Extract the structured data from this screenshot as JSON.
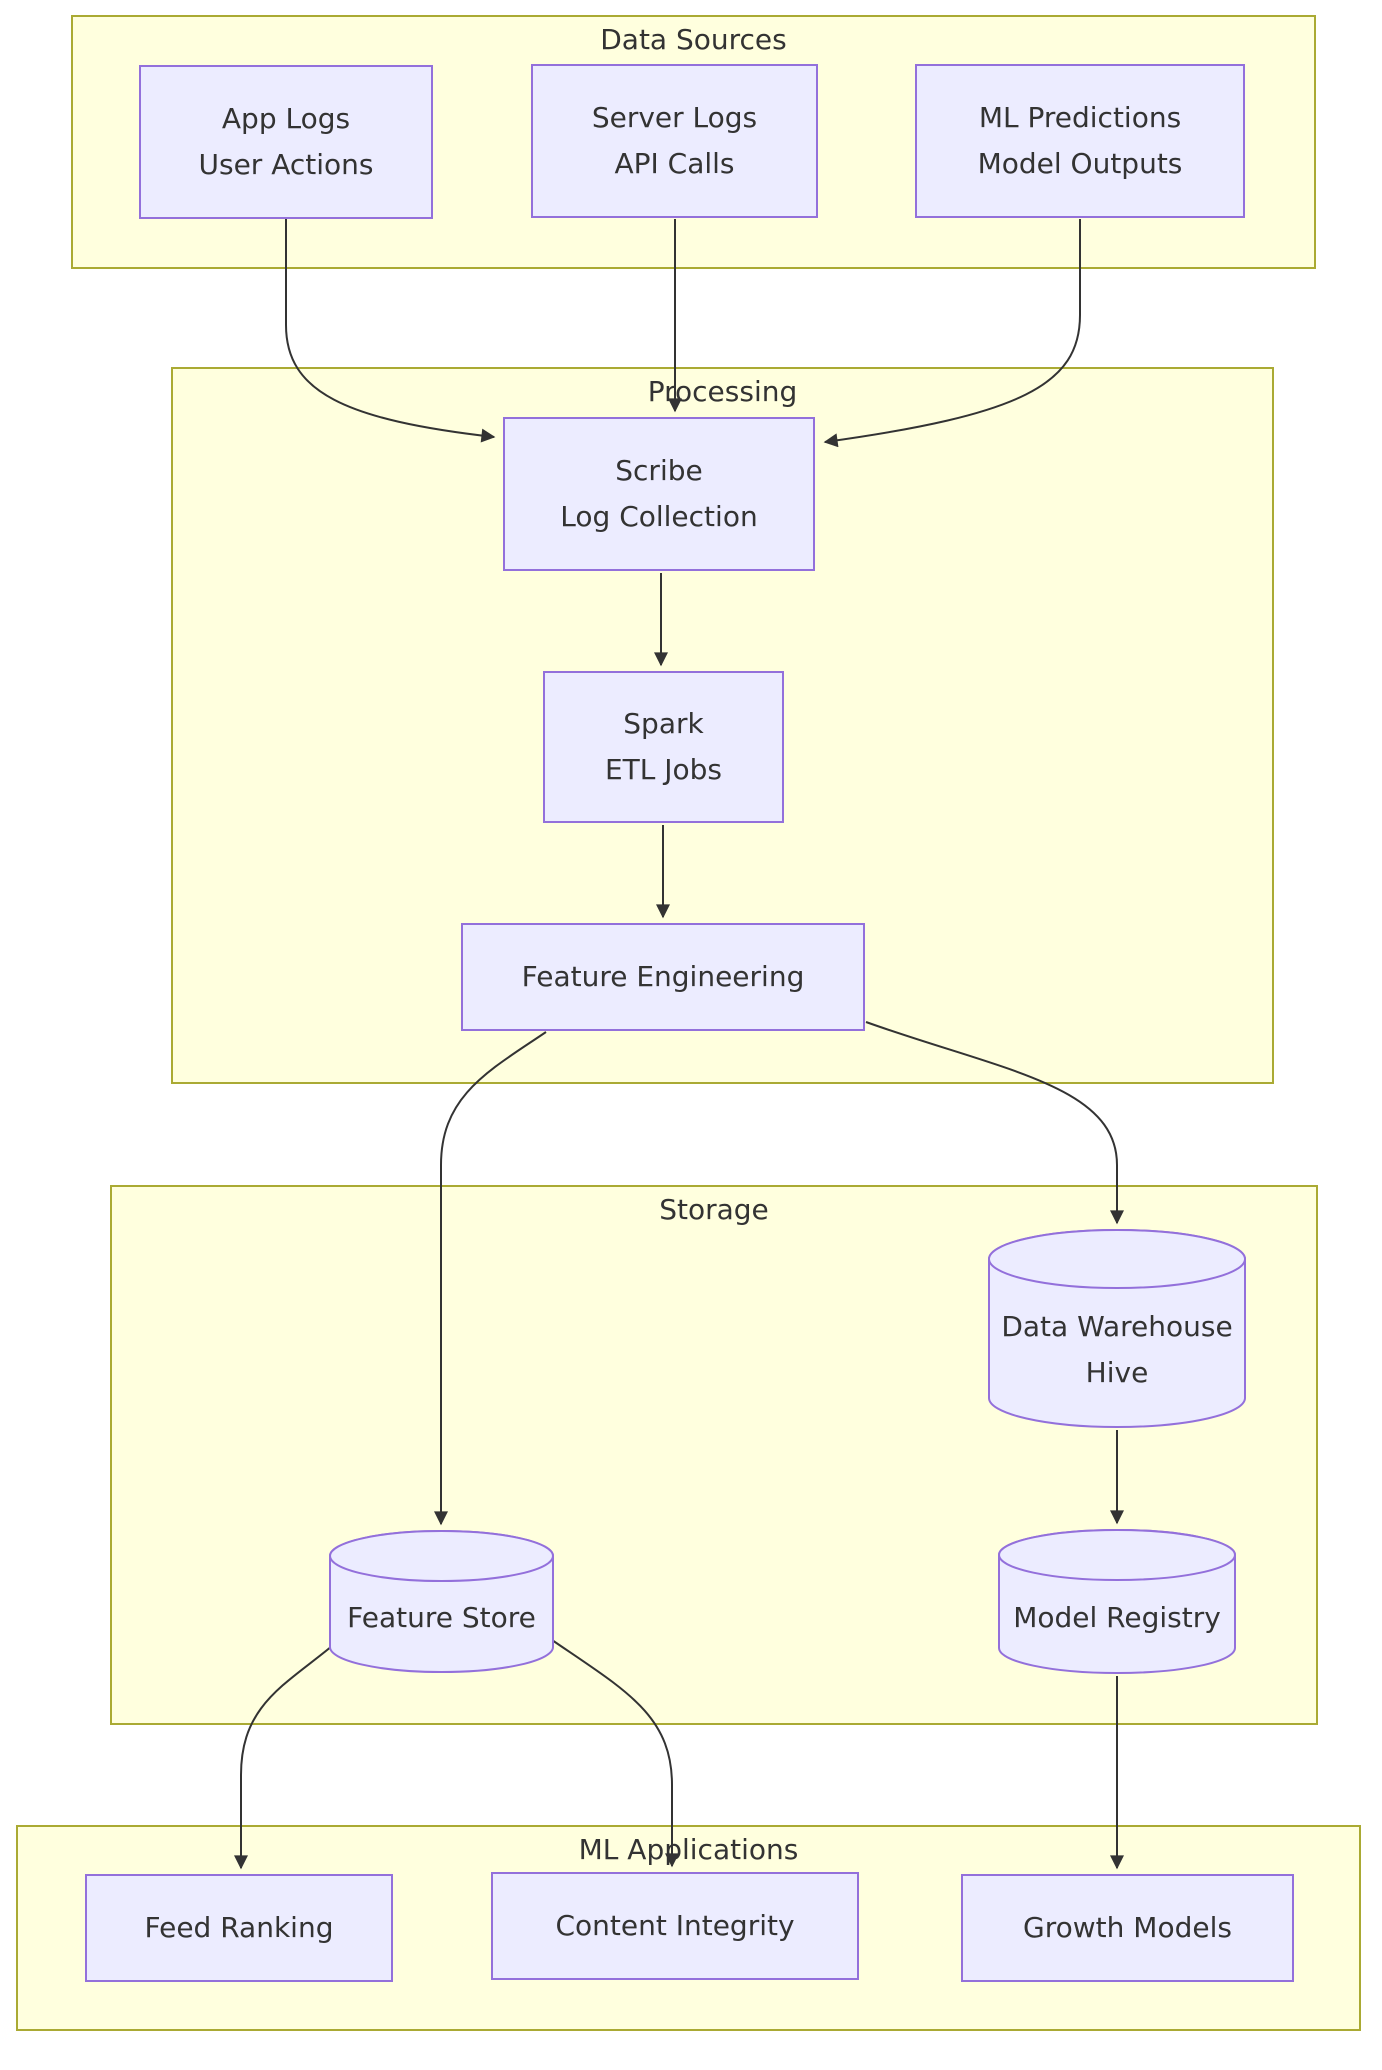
{
  "clusters": {
    "data_sources": {
      "title": "Data Sources"
    },
    "processing": {
      "title": "Processing"
    },
    "storage": {
      "title": "Storage"
    },
    "ml_applications": {
      "title": "ML Applications"
    }
  },
  "nodes": {
    "app_logs": {
      "line1": "App Logs",
      "line2": "User Actions",
      "shape": "rect"
    },
    "server_logs": {
      "line1": "Server Logs",
      "line2": "API Calls",
      "shape": "rect"
    },
    "ml_predictions": {
      "line1": "ML Predictions",
      "line2": "Model Outputs",
      "shape": "rect"
    },
    "scribe": {
      "line1": "Scribe",
      "line2": "Log Collection",
      "shape": "rect"
    },
    "spark": {
      "line1": "Spark",
      "line2": "ETL Jobs",
      "shape": "rect"
    },
    "feature_engineering": {
      "line1": "Feature Engineering",
      "shape": "rect"
    },
    "data_warehouse": {
      "line1": "Data Warehouse",
      "line2": "Hive",
      "shape": "cylinder"
    },
    "feature_store": {
      "line1": "Feature Store",
      "shape": "cylinder"
    },
    "model_registry": {
      "line1": "Model Registry",
      "shape": "cylinder"
    },
    "feed_ranking": {
      "line1": "Feed Ranking",
      "shape": "rect"
    },
    "content_integrity": {
      "line1": "Content Integrity",
      "shape": "rect"
    },
    "growth_models": {
      "line1": "Growth Models",
      "shape": "rect"
    }
  },
  "edges": [
    {
      "from": "app_logs",
      "to": "scribe"
    },
    {
      "from": "server_logs",
      "to": "scribe"
    },
    {
      "from": "ml_predictions",
      "to": "scribe"
    },
    {
      "from": "scribe",
      "to": "spark"
    },
    {
      "from": "spark",
      "to": "feature_engineering"
    },
    {
      "from": "feature_engineering",
      "to": "feature_store"
    },
    {
      "from": "feature_engineering",
      "to": "data_warehouse"
    },
    {
      "from": "data_warehouse",
      "to": "model_registry"
    },
    {
      "from": "feature_store",
      "to": "feed_ranking"
    },
    {
      "from": "feature_store",
      "to": "content_integrity"
    },
    {
      "from": "model_registry",
      "to": "growth_models"
    }
  ],
  "colors": {
    "node_fill": "#ECECFF",
    "node_stroke": "#9370DB",
    "cluster_fill": "#FFFFDE",
    "cluster_stroke": "#AAAA33",
    "edge": "#333333",
    "text": "#333333"
  }
}
